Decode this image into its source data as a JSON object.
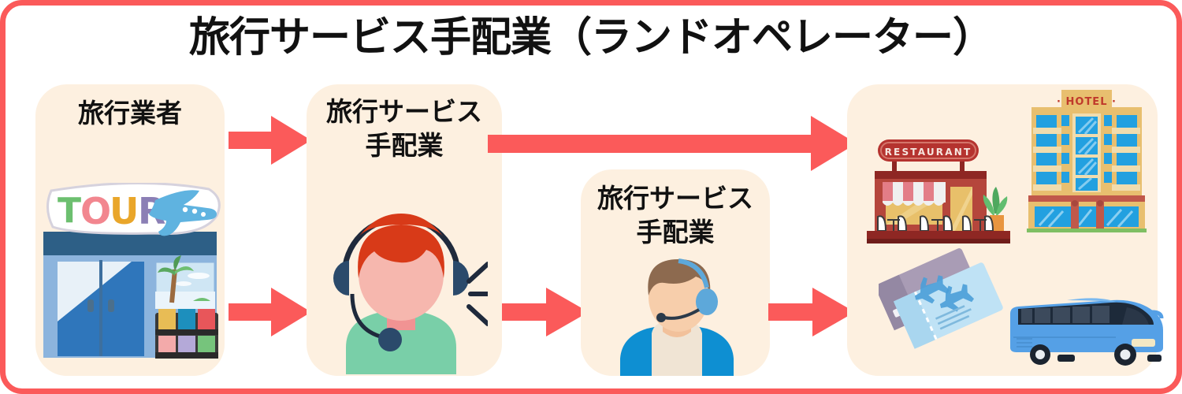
{
  "title": "旅行サービス手配業（ランドオペレーター）",
  "colors": {
    "accent": "#fb5a5a",
    "panel_bg": "#fdf0e0",
    "page_bg": "#ffffff",
    "text": "#111111"
  },
  "panels": [
    {
      "id": "agent",
      "label": "旅行業者",
      "icon": "tour-shop-icon"
    },
    {
      "id": "lo1",
      "label": "旅行サービス\n手配業",
      "icon": "call-operator-female-icon"
    },
    {
      "id": "lo2",
      "label": "旅行サービス\n手配業",
      "icon": "call-operator-male-icon"
    },
    {
      "id": "suppliers",
      "label": "",
      "icon": "suppliers-group-icon"
    }
  ],
  "arrows": [
    {
      "id": "agent-to-lo1-top",
      "from": "agent",
      "to": "lo1",
      "direction": "right"
    },
    {
      "id": "agent-to-lo1-bottom",
      "from": "agent",
      "to": "lo1",
      "direction": "right"
    },
    {
      "id": "lo1-to-suppliers",
      "from": "lo1",
      "to": "suppliers",
      "direction": "right"
    },
    {
      "id": "lo1-to-lo2",
      "from": "lo1",
      "to": "lo2",
      "direction": "right"
    },
    {
      "id": "lo2-to-suppliers",
      "from": "lo2",
      "to": "suppliers",
      "direction": "right"
    }
  ],
  "illustrations": {
    "tour_shop": {
      "name": "tour-shop-icon",
      "sign_text": "TOUR"
    },
    "restaurant": {
      "name": "restaurant-icon",
      "sign_text": "RESTAURANT"
    },
    "hotel": {
      "name": "hotel-icon",
      "sign_text": "· HOTEL ·"
    },
    "tickets": {
      "name": "airline-tickets-icon",
      "sign_text": ""
    },
    "bus": {
      "name": "tour-bus-icon",
      "sign_text": ""
    },
    "operator_female": {
      "name": "call-operator-female-icon",
      "sign_text": ""
    },
    "operator_male": {
      "name": "call-operator-male-icon",
      "sign_text": ""
    }
  }
}
